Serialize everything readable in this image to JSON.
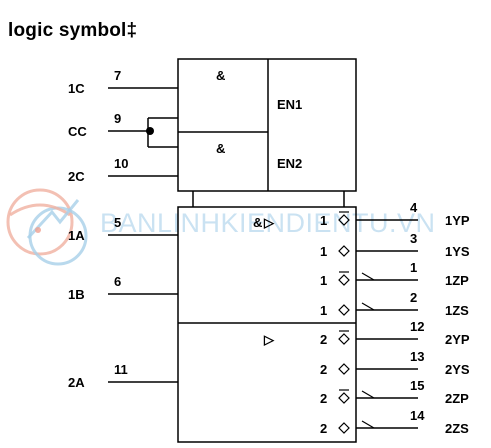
{
  "title": "logic symbol‡",
  "watermark": "BANLINHKIENDIENTU.VN",
  "control": {
    "and_symbol": "&",
    "enable1": "EN1",
    "enable2": "EN2"
  },
  "data_block": {
    "and_symbol": "&",
    "buffer_symbol": "▷"
  },
  "inputs": [
    {
      "name": "1C",
      "pin": "7"
    },
    {
      "name": "CC",
      "pin": "9"
    },
    {
      "name": "2C",
      "pin": "10"
    },
    {
      "name": "1A",
      "pin": "5"
    },
    {
      "name": "1B",
      "pin": "6"
    },
    {
      "name": "2A",
      "pin": "11"
    }
  ],
  "outputs": [
    {
      "name": "1YP",
      "pin": "4",
      "num": "1",
      "symbol": "◇̅"
    },
    {
      "name": "1YS",
      "pin": "3",
      "num": "1",
      "symbol": "◇"
    },
    {
      "name": "1ZP",
      "pin": "1",
      "num": "1",
      "symbol": "◇̅"
    },
    {
      "name": "1ZS",
      "pin": "2",
      "num": "1",
      "symbol": "◇"
    },
    {
      "name": "2YP",
      "pin": "12",
      "num": "2",
      "symbol": "◇̅"
    },
    {
      "name": "2YS",
      "pin": "13",
      "num": "2",
      "symbol": "◇"
    },
    {
      "name": "2ZP",
      "pin": "15",
      "num": "2",
      "symbol": "◇̅"
    },
    {
      "name": "2ZS",
      "pin": "14",
      "num": "2",
      "symbol": "◇"
    }
  ],
  "colors": {
    "line": "#000000",
    "watermark": "#b9d9ee",
    "logo_red": "#f0a090",
    "logo_blue": "#9cc8e8"
  }
}
